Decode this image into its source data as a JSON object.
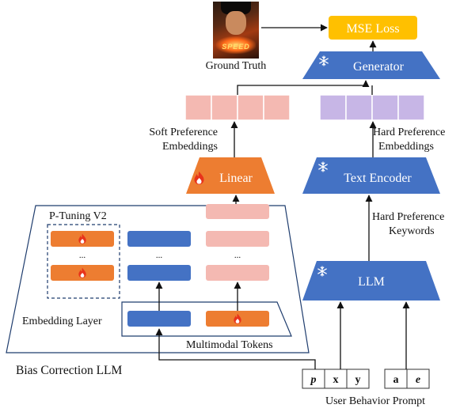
{
  "ground_truth": {
    "label": "Ground Truth",
    "poster_title": "SPEED"
  },
  "mse_loss": {
    "label": "MSE Loss",
    "color": "#FFC000"
  },
  "generator": {
    "label": "Generator"
  },
  "soft_pref": {
    "line1": "Soft Preference",
    "line2": "Embeddings"
  },
  "hard_pref": {
    "line1": "Hard Preference",
    "line2": "Embeddings"
  },
  "linear": {
    "label": "Linear",
    "color": "#ED7D31"
  },
  "text_encoder": {
    "label": "Text Encoder"
  },
  "hard_keywords": {
    "line1": "Hard Preference",
    "line2": "Keywords"
  },
  "p_tuning": {
    "label": "P-Tuning V2"
  },
  "llm": {
    "label": "LLM"
  },
  "embedding_layer": {
    "label": "Embedding Layer"
  },
  "multimodal_tokens": {
    "label": "Multimodal Tokens"
  },
  "bias_llm": {
    "label": "Bias Correction LLM"
  },
  "prompt": {
    "label": "User Behavior Prompt",
    "tokens": [
      "p",
      "x",
      "y",
      "a",
      "e"
    ]
  },
  "ellipsis": "...",
  "colors": {
    "frozen_blue": "#4472C4",
    "soft_pink": "#F4B9B2",
    "hard_purple": "#C7B6E6",
    "lavender_border": "#9A86CF"
  },
  "icons": {
    "frozen": "snowflake-icon",
    "trainable": "flame-icon"
  }
}
